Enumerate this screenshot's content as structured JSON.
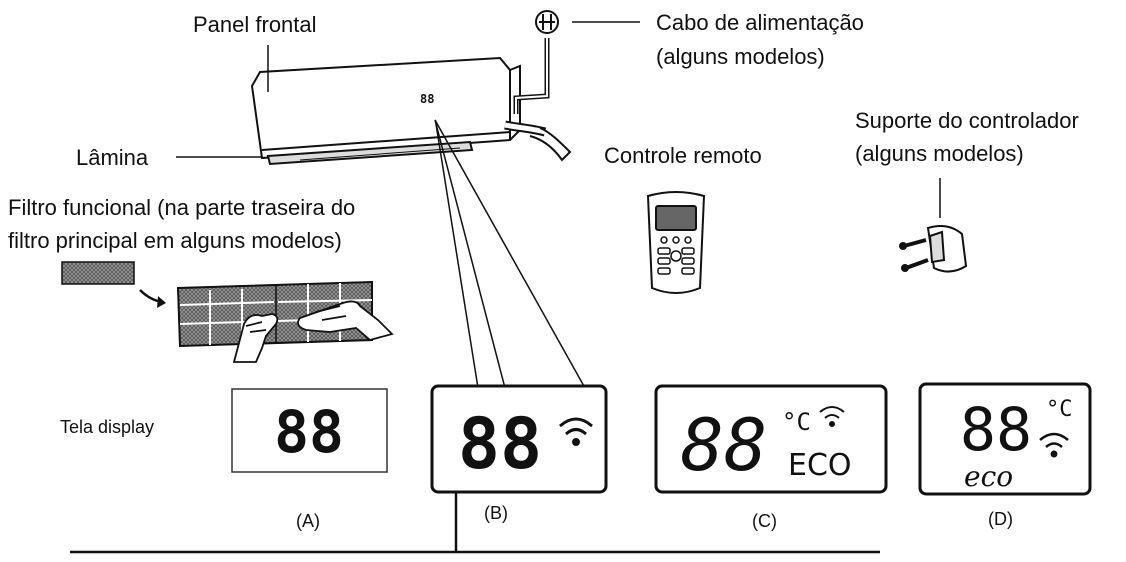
{
  "labels": {
    "front_panel": "Panel frontal",
    "power_cable_line1": "Cabo de alimentação",
    "power_cable_line2": "(alguns modelos)",
    "louver": "Lâmina",
    "remote": "Controle remoto",
    "holder_line1": "Suporte do controlador",
    "holder_line2": "(alguns modelos)",
    "filter_line1": "Filtro funcional (na parte traseira do",
    "filter_line2": "filtro principal em alguns modelos)",
    "display_screen": "Tela display"
  },
  "displays": [
    {
      "id": "A",
      "caption": "(A)",
      "digits": "88"
    },
    {
      "id": "B",
      "caption": "(B)",
      "digits": "88"
    },
    {
      "id": "C",
      "caption": "(C)",
      "digits": "88",
      "unit": "°C",
      "mode": "ECO"
    },
    {
      "id": "D",
      "caption": "(D)",
      "digits": "88",
      "unit": "°C",
      "mode": "eco"
    }
  ],
  "unit_display_text": "88",
  "icons": [
    "wifi-icon",
    "plug-icon",
    "remote-control-icon",
    "remote-holder-icon",
    "hand-icon"
  ]
}
